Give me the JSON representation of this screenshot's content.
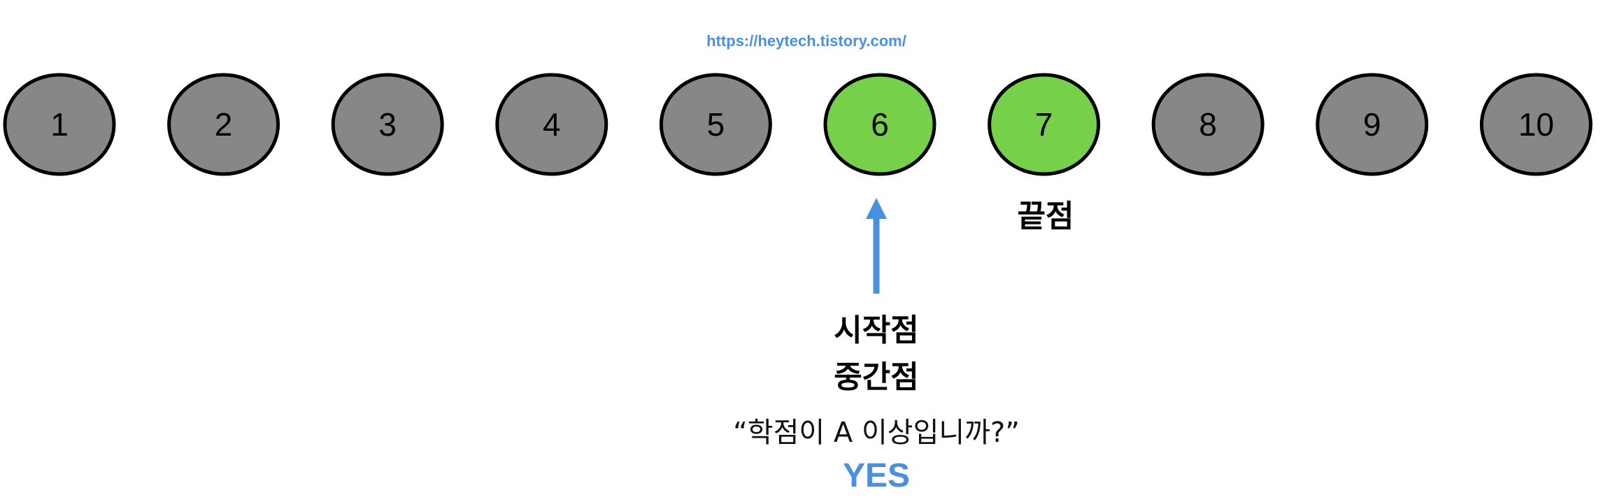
{
  "header": {
    "url": "https://heytech.tistory.com/"
  },
  "colors": {
    "accent": "#4A90E2",
    "node_inactive": "#878787",
    "node_active": "#77D04A",
    "stroke": "#000000"
  },
  "nodes": [
    {
      "label": "1",
      "state": "inactive"
    },
    {
      "label": "2",
      "state": "inactive"
    },
    {
      "label": "3",
      "state": "inactive"
    },
    {
      "label": "4",
      "state": "inactive"
    },
    {
      "label": "5",
      "state": "inactive"
    },
    {
      "label": "6",
      "state": "active"
    },
    {
      "label": "7",
      "state": "active"
    },
    {
      "label": "8",
      "state": "inactive"
    },
    {
      "label": "9",
      "state": "inactive"
    },
    {
      "label": "10",
      "state": "inactive"
    }
  ],
  "labels": {
    "end": "끝점",
    "start": "시작점",
    "middle": "중간점",
    "question": "“학점이 A 이상입니까?”",
    "answer": "YES"
  }
}
